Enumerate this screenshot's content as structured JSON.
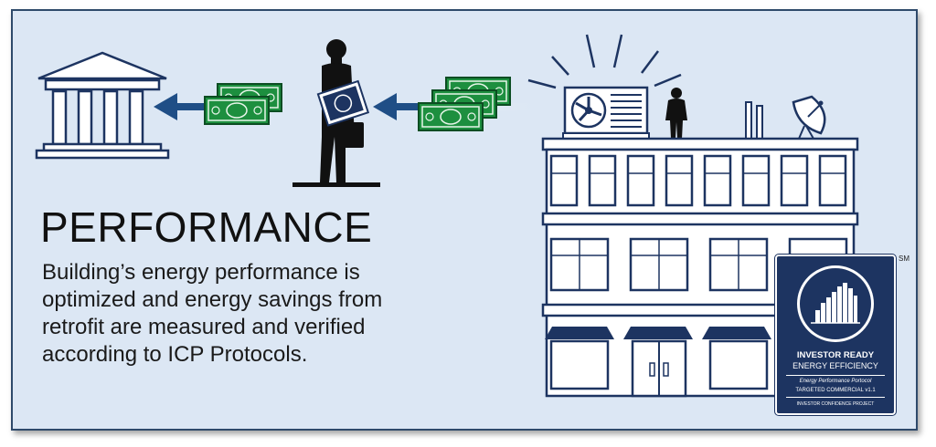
{
  "title": "PERFORMANCE",
  "description_lines": [
    "Building’s energy performance is",
    "optimized and energy savings from",
    "retrofit are measured and verified",
    "according to ICP Protocols."
  ],
  "service_mark": "SM",
  "badge": {
    "line1": "INVESTOR READY",
    "line2": "ENERGY EFFICIENCY",
    "line3": "Energy Performance Portocol",
    "line4": "TARGETED COMMERCIAL v1.1",
    "line5": "INVESTOR CONFIDENCE PROJECT"
  },
  "colors": {
    "background": "#dce7f4",
    "navy": "#1d3461",
    "arrow": "#1f4e86",
    "money_green": "#1d8f3f"
  },
  "icons": [
    "bank-icon",
    "money-icon",
    "investor-silhouette-icon",
    "hvac-unit-icon",
    "satellite-dish-icon",
    "building-icon"
  ]
}
